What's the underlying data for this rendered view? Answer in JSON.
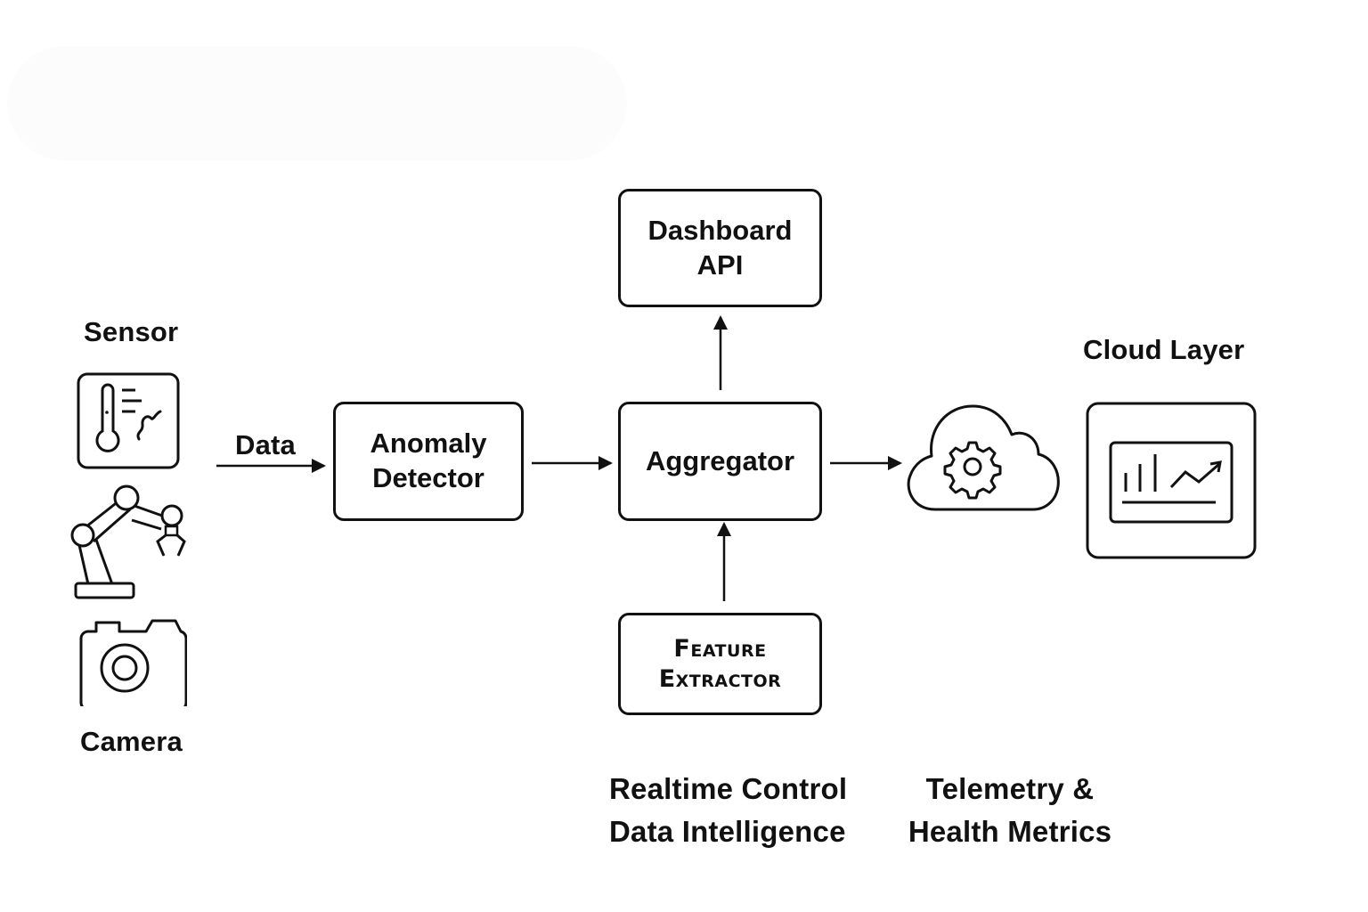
{
  "diagram": {
    "sources": {
      "sensor_label": "Sensor",
      "camera_label": "Camera",
      "icons": [
        "thermometer-sensor-icon",
        "robotic-arm-icon",
        "camera-icon"
      ]
    },
    "edges": {
      "data_label": "Data"
    },
    "nodes": {
      "anomaly_detector": {
        "line1": "Anomaly",
        "line2": "Detector"
      },
      "aggregator": {
        "line1": "Aggregator"
      },
      "dashboard_api": {
        "line1": "Dashboard",
        "line2": "API"
      },
      "feature_extractor": {
        "line1": "Feature",
        "line2": "Extractor"
      },
      "cloud": {
        "icon": "cloud-gear-icon"
      },
      "cloud_layer": {
        "label": "Cloud Layer",
        "icon": "analytics-chart-icon"
      }
    },
    "captions": {
      "realtime": {
        "line1": "Realtime Control",
        "line2": "Data Intelligence"
      },
      "telemetry": {
        "line1": "Telemetry &",
        "line2": "Health Metrics"
      }
    },
    "connections": [
      {
        "from": "sources",
        "to": "anomaly_detector",
        "label": "Data"
      },
      {
        "from": "anomaly_detector",
        "to": "aggregator"
      },
      {
        "from": "aggregator",
        "to": "dashboard_api"
      },
      {
        "from": "feature_extractor",
        "to": "aggregator"
      },
      {
        "from": "aggregator",
        "to": "cloud"
      }
    ]
  }
}
